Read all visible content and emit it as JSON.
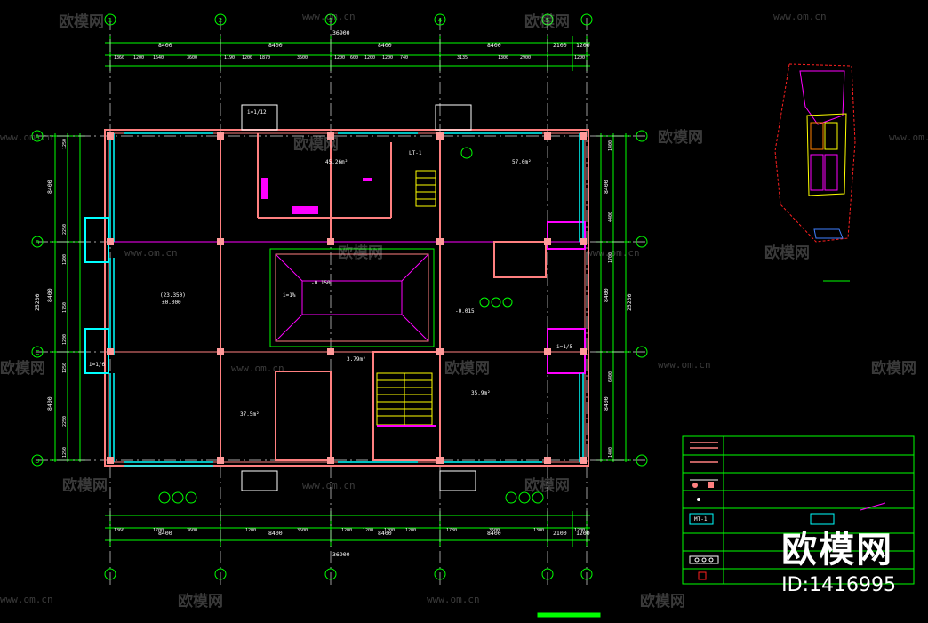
{
  "colors": {
    "background": "#000000",
    "grid_line": "#ffffff",
    "dimension": "#00ff00",
    "wall": "#ff7f7f",
    "window": "#00ffff",
    "hatch": "#ff00ff",
    "text": "#ffffff",
    "stair": "#ffff00"
  },
  "dimensions": {
    "top_bay": [
      "8400",
      "8400",
      "8400",
      "8400",
      "2100",
      "1200"
    ],
    "top_total": "36900",
    "top_detail": [
      "1360",
      "1200",
      "1640",
      "3600",
      "1190",
      "1200",
      "1870",
      "3600",
      "1200",
      "600",
      "1200",
      "1200",
      "740",
      "3135",
      "1300",
      "2900",
      "1200"
    ],
    "bottom_bay": [
      "8400",
      "8400",
      "8400",
      "8400",
      "2100",
      "1200"
    ],
    "bottom_total": "36900",
    "bottom_detail": [
      "1360",
      "1700",
      "3600",
      "1200",
      "3600",
      "1200",
      "1200",
      "1200",
      "1200",
      "1780",
      "3600",
      "1300",
      "1200"
    ],
    "left_bay": [
      "8400",
      "8400",
      "8400"
    ],
    "left_total": "25200",
    "left_detail": [
      "1250",
      "2250",
      "1200",
      "1750",
      "1200",
      "1250",
      "2250",
      "1250"
    ],
    "right_bay": [
      "8400",
      "8400",
      "8400"
    ],
    "right_total": "25200",
    "right_detail": [
      "1400",
      "4400",
      "1700",
      "6400",
      "1400"
    ]
  },
  "axis_labels": {
    "top": [
      "1",
      "2",
      "3",
      "4",
      "5"
    ],
    "left": [
      "A",
      "B",
      "C",
      "D"
    ]
  },
  "room_labels": [
    "57.0m²",
    "45.26m²",
    "37.5m²",
    "(23.350)",
    "±0.000",
    "-0.015",
    "-0.150",
    "i=1%",
    "i=1/12",
    "i=1/6",
    "i=1/5",
    "LT-1",
    "MT-1",
    "3.79m²",
    "35.9m²"
  ],
  "watermark": {
    "brand_text": "欧模网",
    "url_text": "www.om.cn",
    "id_text": "ID:1416995"
  }
}
